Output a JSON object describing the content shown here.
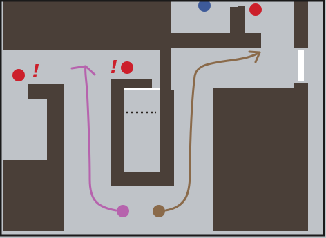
{
  "map": {
    "floor_color": "#bfc3c8",
    "wall_color": "#4a3f38",
    "border_color": "#1a1a1a",
    "door_color": "#ffffff"
  },
  "agents": [
    {
      "id": "purple",
      "color": "#b663ad",
      "role": "player"
    },
    {
      "id": "brown",
      "color": "#8a6a4a",
      "role": "player"
    }
  ],
  "markers": {
    "alert_color": "#cc1f2b",
    "alert_symbol": "!",
    "enemy_color": "#cc1f2b",
    "idle_enemy_color": "#3d5a99",
    "enemies": [
      {
        "id": "enemy-top-right",
        "state": "idle"
      },
      {
        "id": "enemy-top-blue",
        "state": "idle"
      },
      {
        "id": "enemy-left",
        "state": "alerted"
      },
      {
        "id": "enemy-center",
        "state": "alerted"
      }
    ]
  },
  "paths": [
    {
      "agent": "purple",
      "color": "#b663ad"
    },
    {
      "agent": "brown",
      "color": "#8a6a4a"
    }
  ]
}
